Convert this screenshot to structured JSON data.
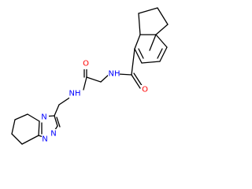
{
  "colors": {
    "bond": "#000000",
    "oxygen": "#ff0000",
    "nitrogen": "#0000ff"
  },
  "atoms": {
    "o_top": "O",
    "o_right": "O",
    "nh_top": "NH",
    "nh_left": "NH",
    "n_ring1": "N",
    "n_ring2": "N",
    "n_ring3": "N"
  }
}
